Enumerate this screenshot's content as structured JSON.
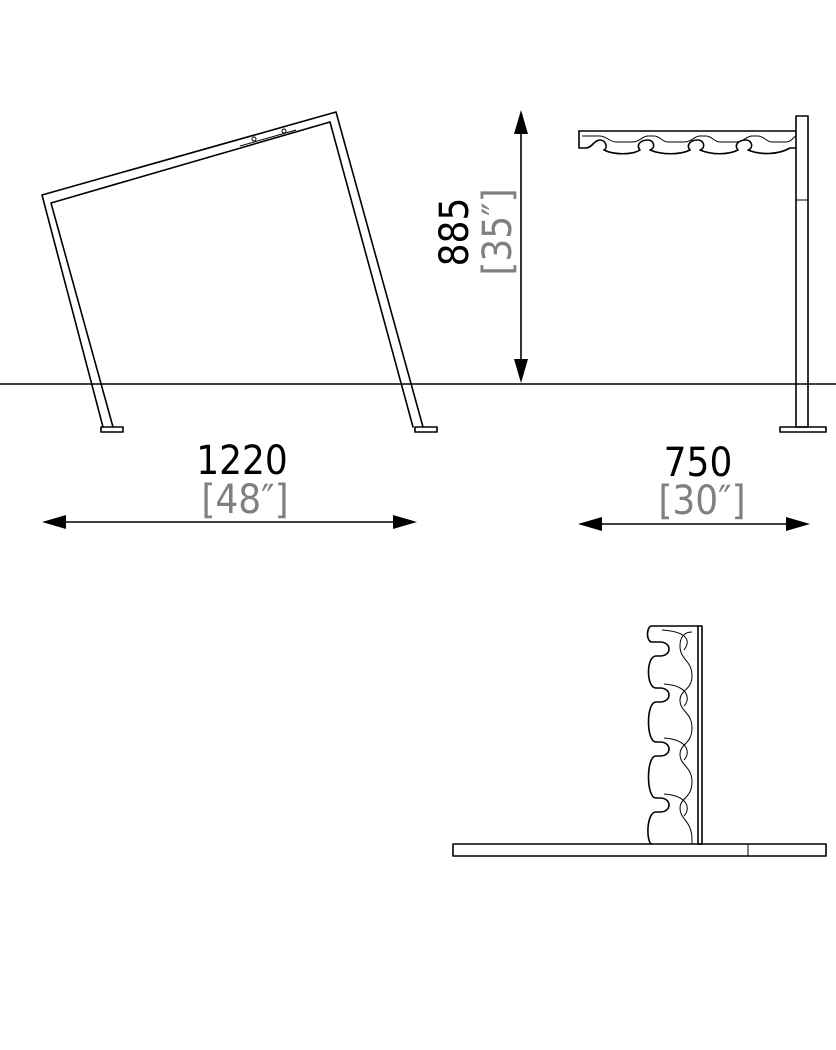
{
  "dimensions": {
    "width": {
      "mm": "1220",
      "inch": "[48″]"
    },
    "height": {
      "mm": "885",
      "inch": "[35″]"
    },
    "depth": {
      "mm": "750",
      "inch": "[30″]"
    }
  },
  "colors": {
    "line": "#000000",
    "imperial_text": "#808080",
    "background": "#ffffff"
  }
}
